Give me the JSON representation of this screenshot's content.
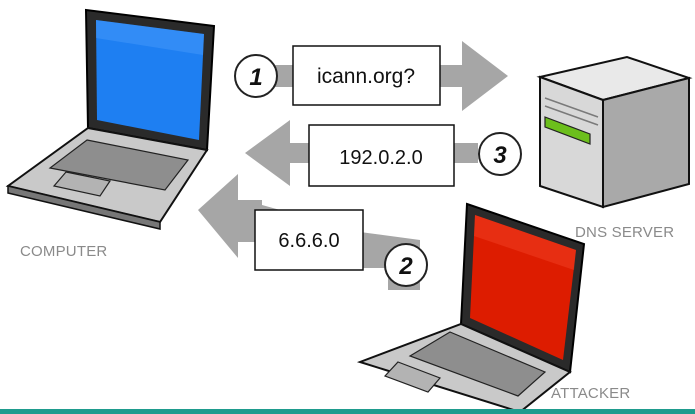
{
  "nodes": {
    "computer": {
      "label": "COMPUTER"
    },
    "dns_server": {
      "label": "DNS SERVER"
    },
    "attacker": {
      "label": "ATTACKER"
    }
  },
  "messages": [
    {
      "step": "1",
      "text": "icann.org?"
    },
    {
      "step": "2",
      "text": "6.6.6.0"
    },
    {
      "step": "3",
      "text": "192.0.2.0"
    }
  ],
  "colors": {
    "computer_screen": "#1e7ff2",
    "attacker_screen": "#dd1c00",
    "arrow": "#a6a6a6",
    "server_light": "#6cbf1c",
    "accent_bar": "#1f9c8e"
  }
}
